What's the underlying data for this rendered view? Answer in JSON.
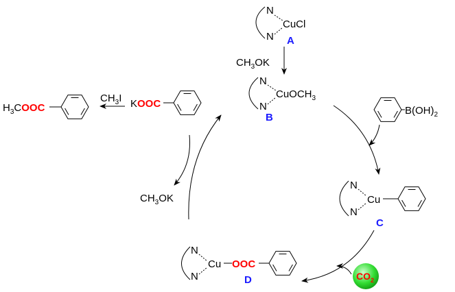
{
  "compounds": {
    "A": {
      "label": "A",
      "n1": "N",
      "n2": "N",
      "metal": "CuCl"
    },
    "B": {
      "label": "B",
      "n1": "N",
      "n2": "N",
      "metal": "CuOCH",
      "metal_sub": "3"
    },
    "C": {
      "label": "C",
      "n1": "N",
      "n2": "N",
      "metal": "Cu"
    },
    "D": {
      "label": "D",
      "n1": "N",
      "n2": "N",
      "metal": "Cu",
      "ester": "OOC"
    }
  },
  "reagents": {
    "methoxide_top": {
      "a": "CH",
      "sub": "3",
      "b": "OK"
    },
    "methoxide_left": {
      "a": "CH",
      "sub": "3",
      "b": "OK"
    },
    "boronic_acid": {
      "a": "B(OH)",
      "sub": "2"
    },
    "methyl_iodide": {
      "a": "CH",
      "sub": "3",
      "b": "I"
    },
    "co2": {
      "a": "CO",
      "sub": "2"
    }
  },
  "products": {
    "potassium_benzoate": {
      "k": "K",
      "ester": "OOC"
    },
    "methyl_benzoate": {
      "h": "H",
      "sub": "3",
      "c": "C",
      "ester": "OOC"
    }
  },
  "colors": {
    "highlight": "#ff0000",
    "label": "#1a1aff",
    "co2_bubble": "#33dd33"
  }
}
